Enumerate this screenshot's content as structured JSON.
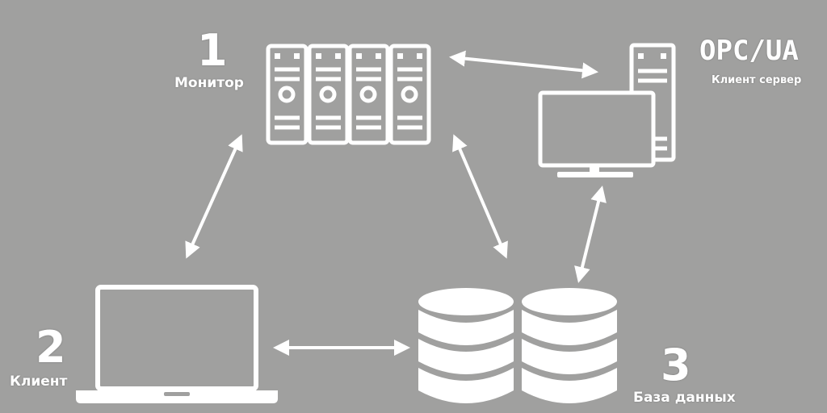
{
  "colors": {
    "background": "#a0a09f",
    "foreground": "#ffffff"
  },
  "nodes": {
    "monitor": {
      "number": "1",
      "label": "Монитор",
      "icon": "server-rack-icon"
    },
    "client": {
      "number": "2",
      "label": "Клиент",
      "icon": "laptop-icon"
    },
    "database": {
      "number": "3",
      "label": "База данных",
      "icon": "database-icon"
    },
    "opcua": {
      "title": "OPC/UA",
      "label": "Клиент сервер",
      "icon": "desktop-computer-icon"
    }
  },
  "connections": [
    {
      "from": "monitor",
      "to": "opcua",
      "style": "bidirectional-arrow"
    },
    {
      "from": "monitor",
      "to": "client",
      "style": "bidirectional-arrow"
    },
    {
      "from": "monitor",
      "to": "database",
      "style": "bidirectional-arrow"
    },
    {
      "from": "client",
      "to": "database",
      "style": "bidirectional-arrow"
    },
    {
      "from": "database",
      "to": "opcua",
      "style": "bidirectional-arrow"
    }
  ]
}
